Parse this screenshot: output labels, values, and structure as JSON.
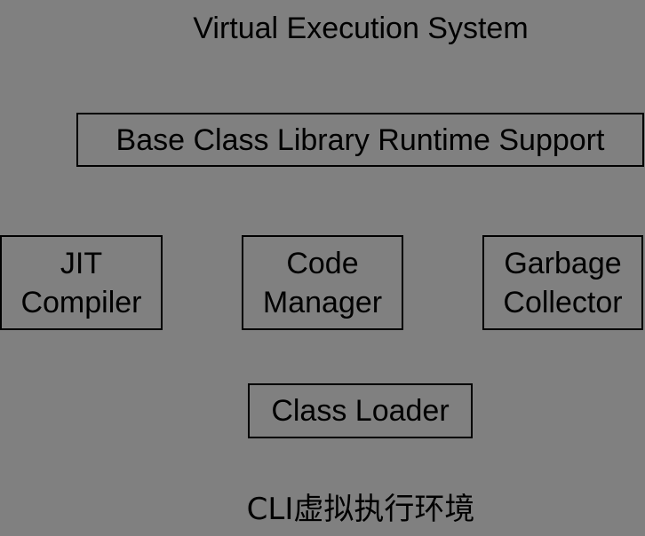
{
  "diagram": {
    "title": "Virtual Execution System",
    "boxes": {
      "base_class_library": "Base Class Library Runtime Support",
      "jit_compiler": "JIT\nCompiler",
      "code_manager": "Code\nManager",
      "garbage_collector": "Garbage\nCollector",
      "class_loader": "Class Loader"
    },
    "caption": "CLI虚拟执行环境"
  },
  "colors": {
    "background": "#808080",
    "border": "#000000",
    "text": "#000000"
  }
}
